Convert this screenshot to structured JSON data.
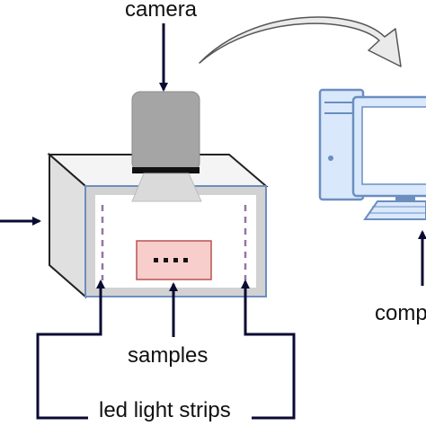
{
  "labels": {
    "camera": "camera",
    "samples": "samples",
    "led_strips": "led light strips",
    "computer": "comp"
  },
  "colors": {
    "box_side": "#e0e0e0",
    "box_outline": "#222222",
    "box_front_frame": "#d2d2d2",
    "frame_border": "#6c8ebf",
    "camera_body": "#a5a5a5",
    "camera_lens": "#dadada",
    "led_strip": "#9673a6",
    "sample_fill": "#f8cecc",
    "sample_border": "#b85450",
    "arrow_dark": "#0a0a33",
    "computer_fill": "#dae8fc",
    "computer_outline": "#6c8ebf",
    "transfer_arrow": "#eaeaea"
  },
  "icons": {
    "camera": "camera-icon",
    "computer": "desktop-computer-icon"
  }
}
